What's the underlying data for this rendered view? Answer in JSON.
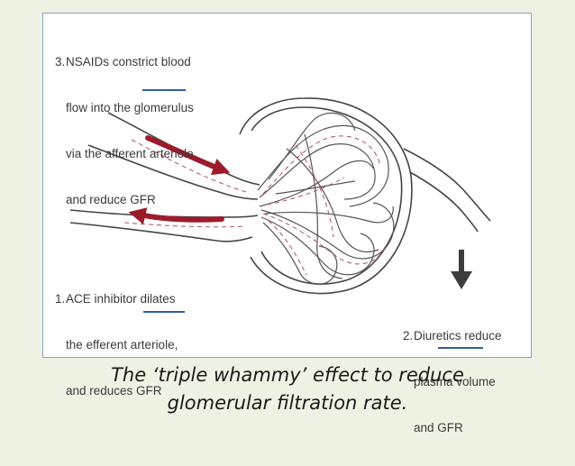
{
  "annotations": {
    "nsaids": {
      "number": "3.",
      "lines": [
        "NSAIDs constrict blood",
        "flow into the glomerulus",
        "via the afferent arteriole",
        "and reduce GFR"
      ]
    },
    "ace": {
      "number": "1.",
      "lines": [
        "ACE inhibitor dilates",
        "the efferent arteriole,",
        "and reduces GFR"
      ]
    },
    "diuretics": {
      "number": "2.",
      "lines": [
        "Diuretics reduce",
        "plasma volume",
        "and GFR"
      ]
    }
  },
  "caption": {
    "line1": "The ‘triple whammy’ effect to reduce",
    "line2": "glomerular filtration rate."
  },
  "colors": {
    "background": "#eef2e2",
    "panel_border": "#8aa2b8",
    "arrow_red": "#9c1c2c",
    "arrow_dark": "#3d3d3d",
    "outline": "#444444",
    "underline": "#2f5f9e"
  },
  "icons": [
    "afferent-inflow-arrow",
    "efferent-outflow-arrow",
    "diuretic-down-arrow"
  ]
}
